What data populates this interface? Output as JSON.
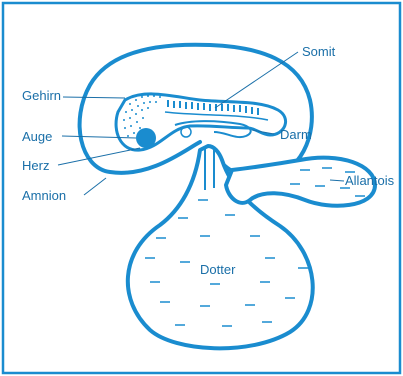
{
  "colors": {
    "line": "#1a8ccf",
    "text": "#1a6fa8",
    "embryo": "#1a8ccf",
    "background": "#ffffff"
  },
  "labels": {
    "somit": "Somit",
    "gehirn": "Gehirn",
    "auge": "Auge",
    "darm": "Darm",
    "herz": "Herz",
    "allantois": "Allantois",
    "amnion": "Amnion",
    "dotter": "Dotter"
  }
}
